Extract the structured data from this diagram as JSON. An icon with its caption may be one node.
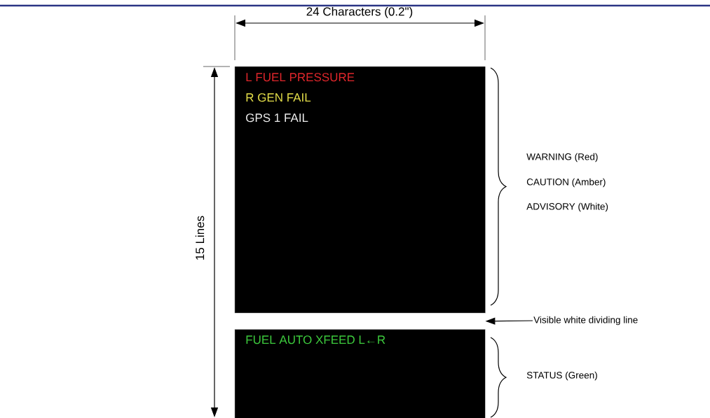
{
  "diagram": {
    "nodes": [
      {
        "text": [
          "L FUEL PRESSURE",
          "R GEN FAIL",
          "GPS 1 FAIL"
        ]
      },
      {
        "text": [
          "FUEL AUTO XFEED L←R"
        ]
      },
      {
        "text": [
          "Visible white dividing line"
        ]
      },
      {
        "text": [],
        "shape": "bar"
      }
    ],
    "edges": [
      {
        "from": 2,
        "to": 3,
        "arrow": "to"
      }
    ],
    "labels": [
      "24 Characters (0.2\")",
      "15 Lines",
      "WARNING (Red)",
      "CAUTION (Amber)",
      "ADVISORY (White)",
      "STATUS (Green)"
    ]
  }
}
